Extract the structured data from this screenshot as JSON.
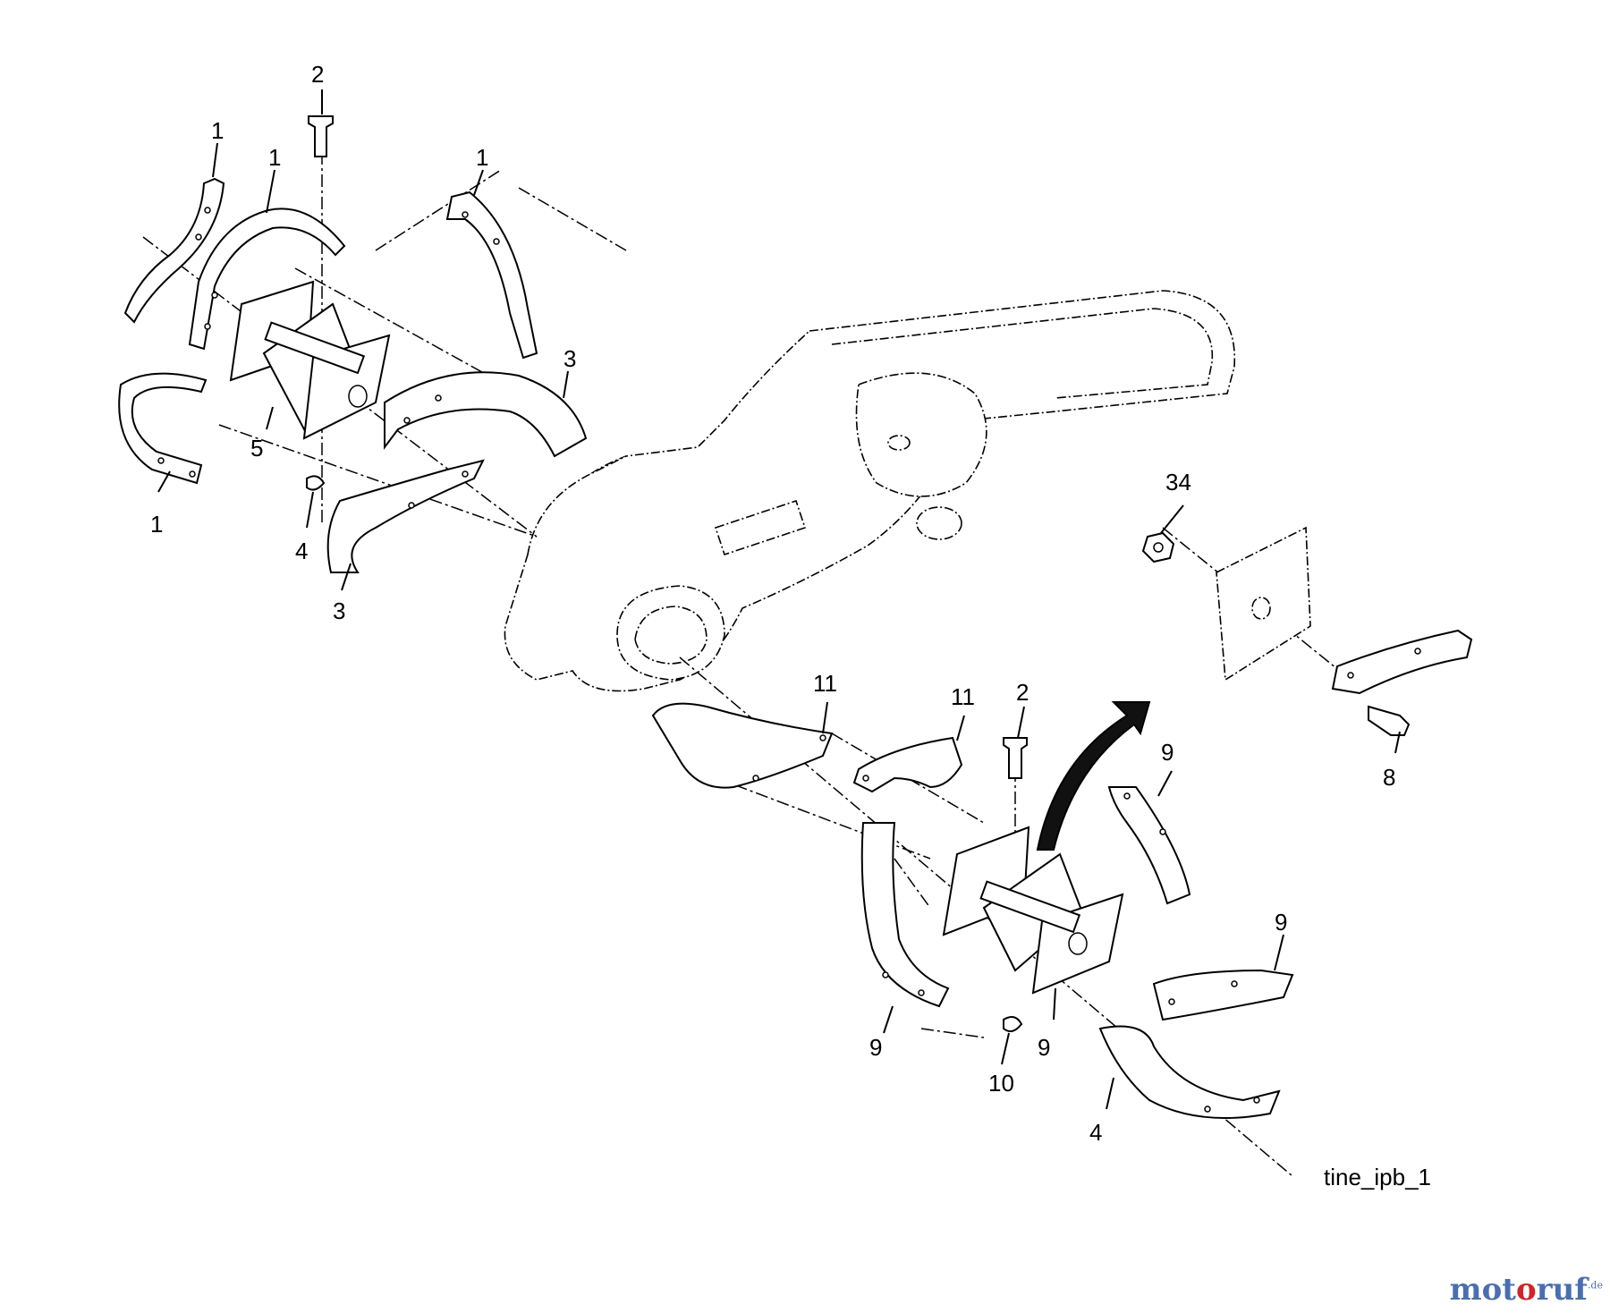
{
  "callouts": [
    {
      "id": "c2-top",
      "text": "2"
    },
    {
      "id": "c1-a",
      "text": "1"
    },
    {
      "id": "c1-b",
      "text": "1"
    },
    {
      "id": "c1-c",
      "text": "1"
    },
    {
      "id": "c1-d",
      "text": "1"
    },
    {
      "id": "c3-a",
      "text": "3"
    },
    {
      "id": "c3-b",
      "text": "3"
    },
    {
      "id": "c5",
      "text": "5"
    },
    {
      "id": "c4-a",
      "text": "4"
    },
    {
      "id": "c34",
      "text": "34"
    },
    {
      "id": "c8",
      "text": "8"
    },
    {
      "id": "c11-a",
      "text": "11"
    },
    {
      "id": "c11-b",
      "text": "11"
    },
    {
      "id": "c2-bottom",
      "text": "2"
    },
    {
      "id": "c9-a",
      "text": "9"
    },
    {
      "id": "c9-b",
      "text": "9"
    },
    {
      "id": "c9-c",
      "text": "9"
    },
    {
      "id": "c9-d",
      "text": "9"
    },
    {
      "id": "c10",
      "text": "10"
    },
    {
      "id": "c4-b",
      "text": "4"
    }
  ],
  "caption": "tine_ipb_1",
  "watermark": {
    "part1": "mot",
    "part2": "o",
    "part3": "ruf",
    "tld": ".de"
  }
}
